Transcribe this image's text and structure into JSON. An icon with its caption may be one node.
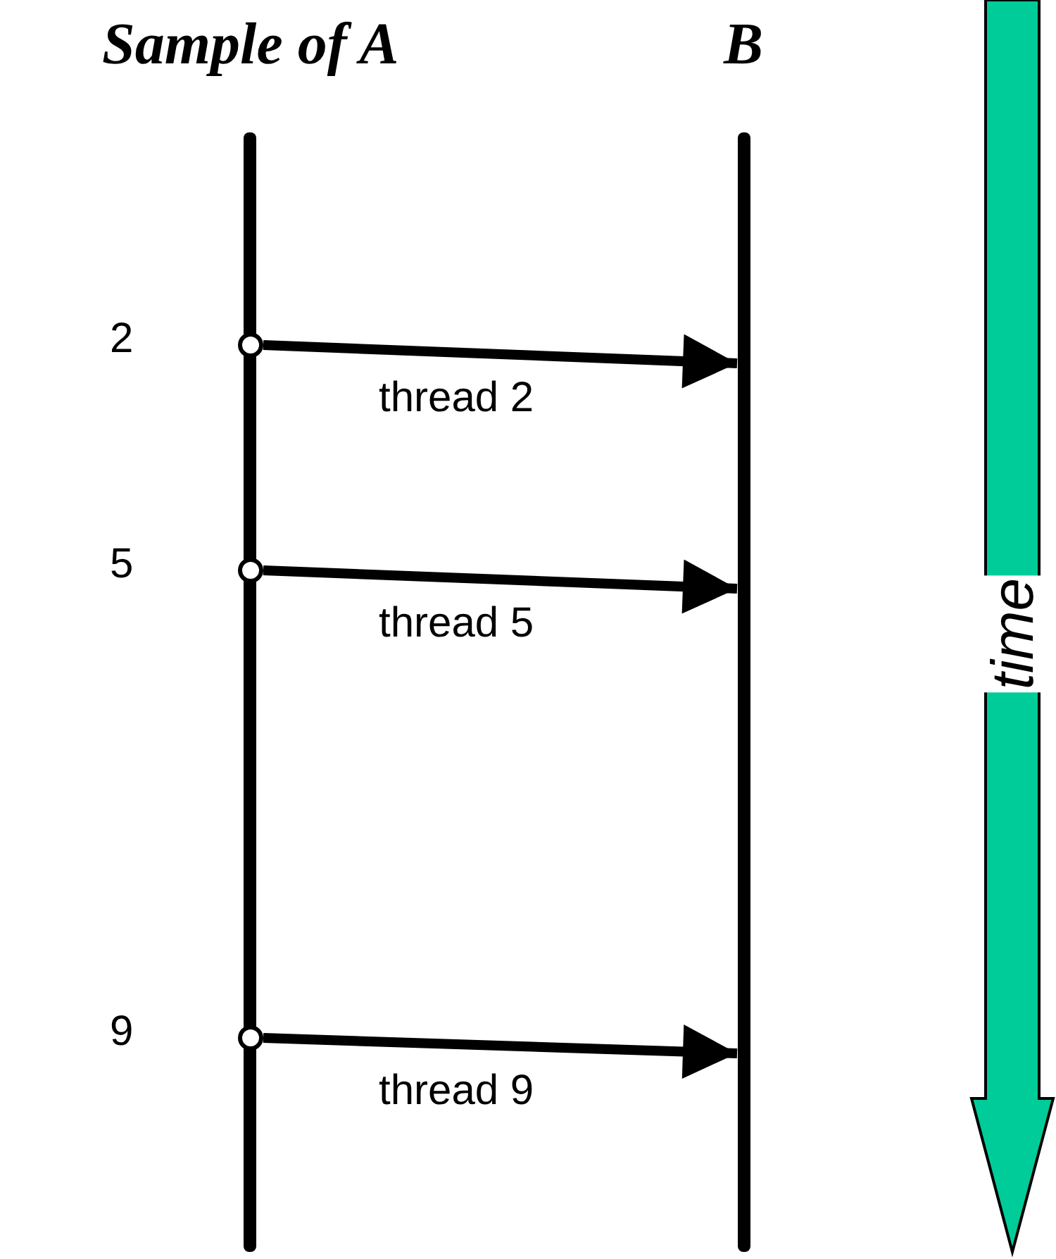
{
  "diagram": {
    "nodes": [
      {
        "text": [
          "Sample of A"
        ]
      },
      {
        "text": [
          "B"
        ]
      },
      {
        "text": [],
        "shape": "circle",
        "beside": [
          "2"
        ]
      },
      {
        "text": [],
        "shape": "circle",
        "beside": [
          "5"
        ]
      },
      {
        "text": [],
        "shape": "circle",
        "beside": [
          "9"
        ]
      }
    ],
    "edges": [
      {
        "from": 2,
        "to": 1,
        "arrow": "to",
        "label": "thread 2"
      },
      {
        "from": 3,
        "to": 1,
        "arrow": "to",
        "label": "thread 5"
      },
      {
        "from": 4,
        "to": 1,
        "arrow": "to",
        "label": "thread 9"
      }
    ],
    "labels": [
      "time"
    ]
  }
}
